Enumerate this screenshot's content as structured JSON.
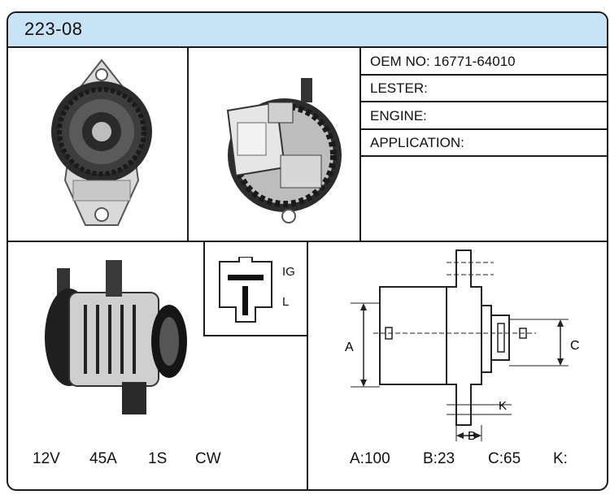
{
  "title": "223-08",
  "specs": {
    "oem": "OEM NO: 16771-64010",
    "lester": "LESTER:",
    "engine": "ENGINE:",
    "application": "APPLICATION:"
  },
  "connector": {
    "label_ig": "IG",
    "label_l": "L"
  },
  "electrical": {
    "voltage": "12V",
    "current": "45A",
    "type": "1S",
    "rotation": "CW"
  },
  "dimension_labels": {
    "a": "A",
    "b": "B",
    "c": "C",
    "k": "K"
  },
  "dimensions": {
    "a": "A:100",
    "b": "B:23",
    "c": "C:65",
    "k": "K:"
  },
  "colors": {
    "title_bar": "#c9e3f6",
    "border": "#1a1a1a"
  }
}
